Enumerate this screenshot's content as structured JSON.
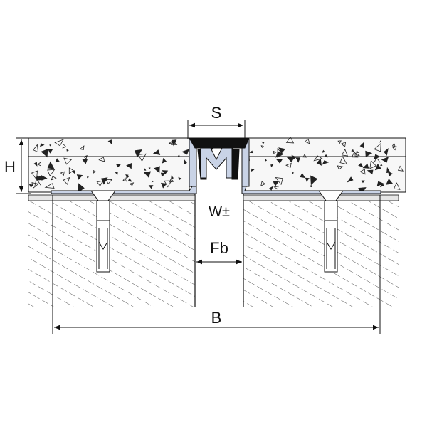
{
  "diagram": {
    "labels": {
      "s": "S",
      "h": "H",
      "w": "W±",
      "fb": "Fb",
      "b": "B"
    },
    "colors": {
      "stroke": "#111111",
      "plate": "#c9d3e6",
      "insert": "#111111",
      "concrete_fill": "#f4f4f4",
      "background": "#ffffff"
    }
  }
}
